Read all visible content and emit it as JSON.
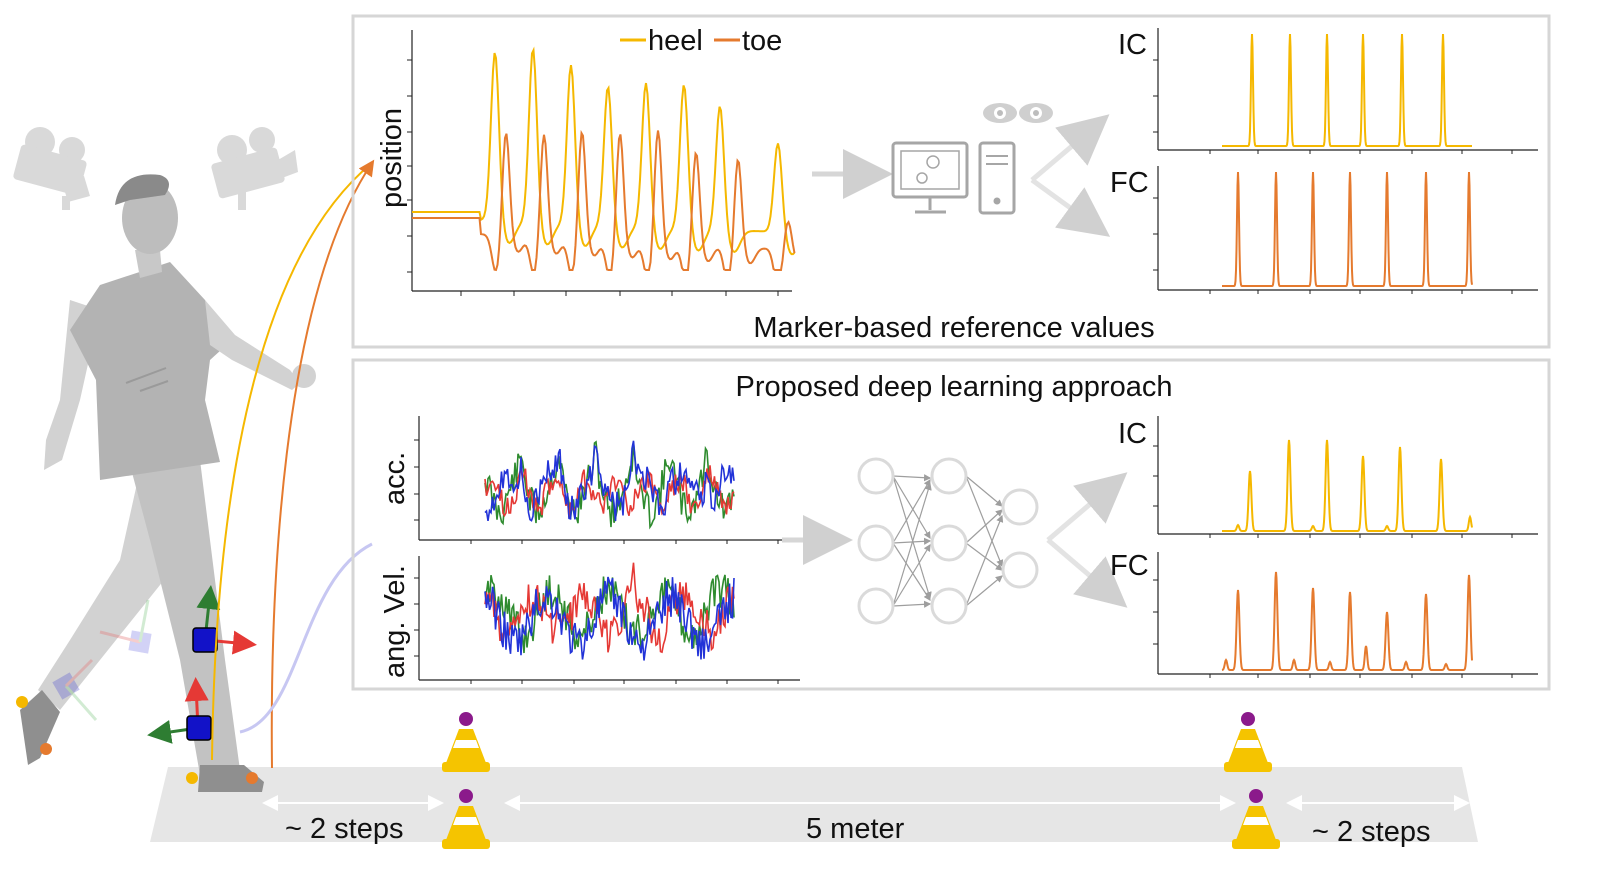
{
  "panels": {
    "reference": {
      "caption": "Marker-based reference values",
      "ylabel": "position",
      "legend": [
        {
          "label": "heel",
          "color": "#F5B800"
        },
        {
          "label": "toe",
          "color": "#E57A2E"
        }
      ],
      "outputs": [
        {
          "label": "IC",
          "color": "#F5B800"
        },
        {
          "label": "FC",
          "color": "#E57A2E"
        }
      ]
    },
    "proposed": {
      "title": "Proposed deep learning approach",
      "signals": [
        {
          "label": "acc."
        },
        {
          "label": "ang. Vel."
        }
      ],
      "outputs": [
        {
          "label": "IC",
          "color": "#F5B800"
        },
        {
          "label": "FC",
          "color": "#E57A2E"
        }
      ]
    }
  },
  "walkway": {
    "start_label": "~ 2 steps",
    "middle_label": "5 meter",
    "end_label": "~ 2 steps"
  },
  "colors": {
    "heel": "#F5B800",
    "toe": "#E57A2E",
    "axis_x": "#E53935",
    "axis_y": "#2E7D32",
    "axis_z": "#1E3FD0",
    "sensor": "#1212C8",
    "cone": "#F5C400",
    "cone_top": "#8B1A8B",
    "gray_icon": "#BDBDBD",
    "panel_border": "#D6D6D6"
  },
  "icons": [
    "camera-icon",
    "computer-icon",
    "eyes-icon",
    "neural-network-icon",
    "traffic-cone-icon",
    "imu-sensor-icon",
    "walking-person-figure"
  ]
}
